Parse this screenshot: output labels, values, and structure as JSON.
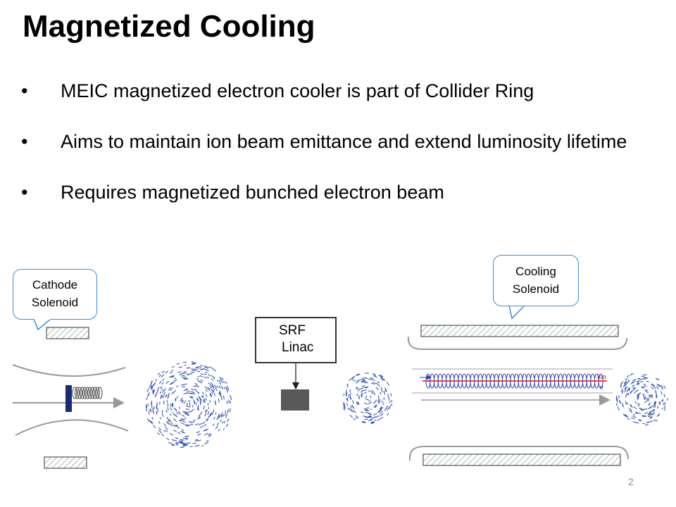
{
  "slide": {
    "title": "Magnetized Cooling",
    "bullets": [
      "MEIC magnetized electron cooler is part of Collider Ring",
      "Aims to maintain ion beam emittance and extend luminosity lifetime",
      "Requires magnetized bunched electron beam"
    ],
    "bullet_glyph": "•",
    "page_number": "2"
  },
  "diagram": {
    "cathode_callout": [
      "Cathode",
      "Solenoid"
    ],
    "cooling_callout": [
      "Cooling",
      "Solenoid"
    ],
    "srf_label": [
      "SRF",
      "Linac"
    ],
    "ion_label": "ion",
    "electron_label": "e",
    "colors": {
      "callout_border": "#3b8fd9",
      "ion_line": "#e03030",
      "helix": "#2a3fb8",
      "solenoid_hatch": "#7fa58f",
      "cathode_block": "#1a2a7a",
      "beam_dots": "#2a4ab0",
      "linac_block": "#595959"
    }
  }
}
